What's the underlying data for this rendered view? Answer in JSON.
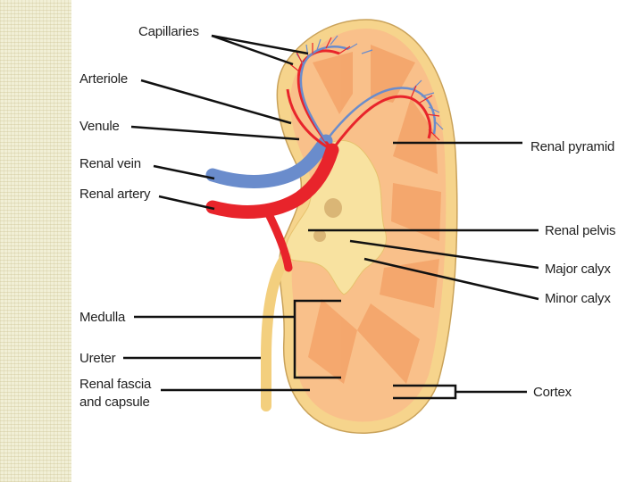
{
  "labels": {
    "capillaries": "Capillaries",
    "arteriole": "Arteriole",
    "venule": "Venule",
    "renal_vein": "Renal vein",
    "renal_artery": "Renal artery",
    "medulla": "Medulla",
    "ureter": "Ureter",
    "renal_fascia_line1": "Renal fascia",
    "renal_fascia_line2": "and capsule",
    "renal_pyramid": "Renal pyramid",
    "renal_pelvis": "Renal pelvis",
    "major_calyx": "Major calyx",
    "minor_calyx": "Minor calyx",
    "cortex": "Cortex"
  },
  "colors": {
    "capsule": "#f6d48c",
    "cortex": "#f9c08a",
    "pyramid": "#f4a56a",
    "pelvis": "#f8e2a0",
    "artery": "#e8242b",
    "vein": "#6a8ccc",
    "strip": "#f1efd6"
  }
}
